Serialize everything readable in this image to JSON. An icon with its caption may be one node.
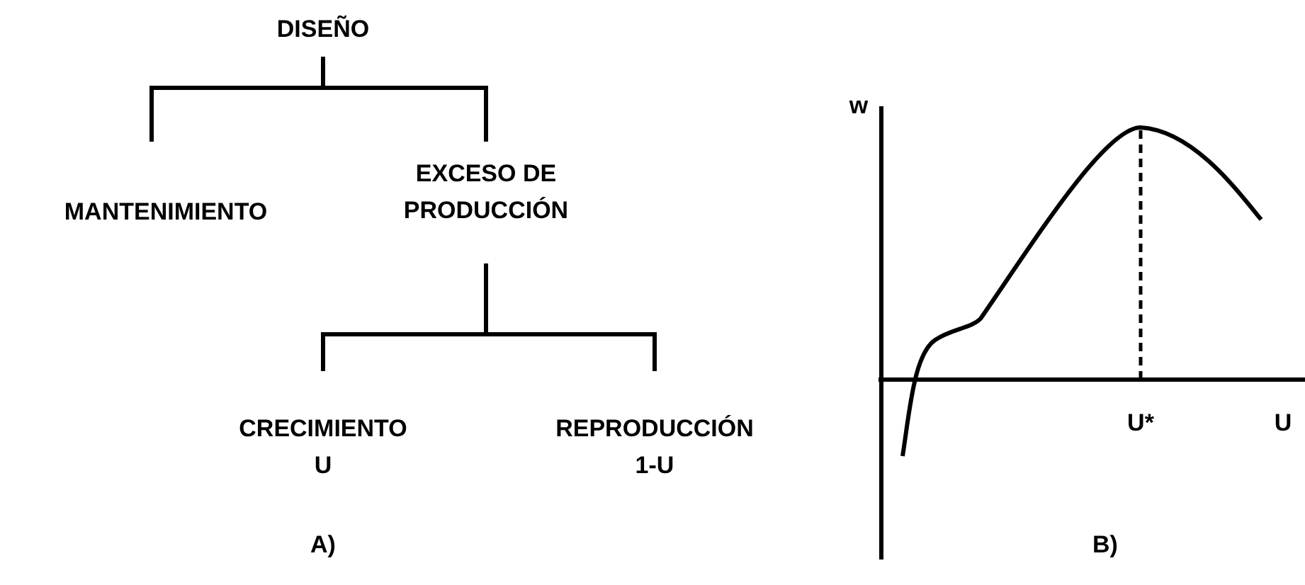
{
  "diagram": {
    "nodes": [
      {
        "text": [
          "DISEÑO"
        ]
      },
      {
        "text": [
          "MANTENIMIENTO"
        ]
      },
      {
        "text": [
          "EXCESO DE PRODUCCIÓN"
        ]
      },
      {
        "text": [
          "CRECIMIENTO",
          "U"
        ]
      },
      {
        "text": [
          "REPRODUCCIÓN",
          "1-U"
        ]
      }
    ],
    "edges": [
      {
        "from": 0,
        "to": 1,
        "arrow": "none"
      },
      {
        "from": 0,
        "to": 2,
        "arrow": "none"
      },
      {
        "from": 2,
        "to": 3,
        "arrow": "none"
      },
      {
        "from": 2,
        "to": 4,
        "arrow": "none"
      }
    ],
    "labels": [
      "w",
      "U*",
      "U",
      "A)",
      "B)"
    ]
  }
}
